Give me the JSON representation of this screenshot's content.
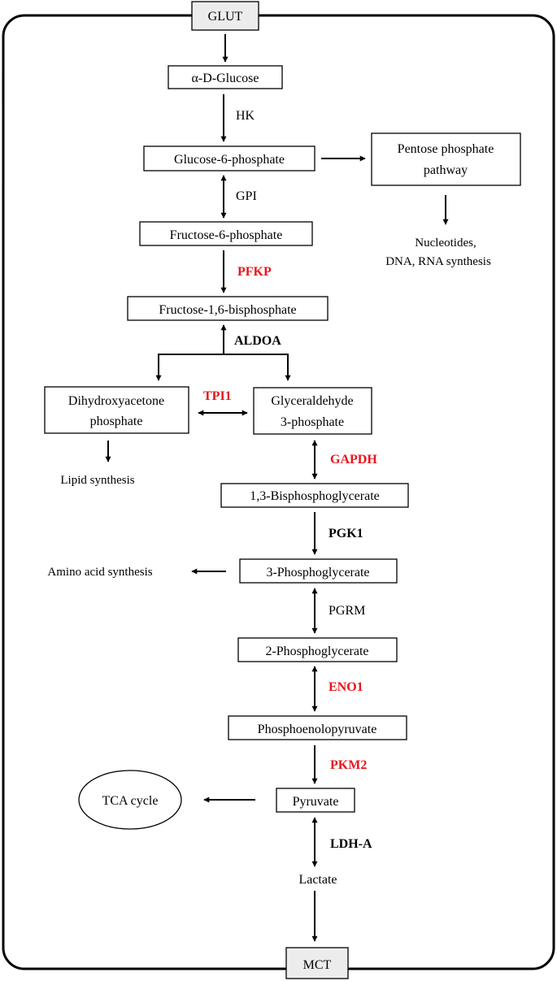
{
  "colors": {
    "highlight": "#e8151b",
    "line": "#000000",
    "transporter_fill": "#ececec"
  },
  "transporters": {
    "top": "GLUT",
    "bottom": "MCT"
  },
  "metabolites": {
    "glucose": "α-D-Glucose",
    "g6p": "Glucose-6-phosphate",
    "f6p": "Fructose-6-phosphate",
    "f16bp": "Fructose-1,6-bisphosphate",
    "dhap_line1": "Dihydroxyacetone",
    "dhap_line2": "phosphate",
    "g3p_line1": "Glyceraldehyde",
    "g3p_line2": "3-phosphate",
    "bpg13": "1,3-Bisphosphoglycerate",
    "pg3": "3-Phosphoglycerate",
    "pg2": "2-Phosphoglycerate",
    "pep": "Phosphoenolopyruvate",
    "pyruvate": "Pyruvate",
    "lactate": "Lactate"
  },
  "pathways": {
    "ppp_line1": "Pentose phosphate",
    "ppp_line2": "pathway",
    "tca": "TCA cycle"
  },
  "products": {
    "nucleotides_line1": "Nucleotides,",
    "nucleotides_line2": "DNA, RNA synthesis",
    "lipid": "Lipid synthesis",
    "amino": "Amino acid synthesis"
  },
  "enzymes": {
    "hk": "HK",
    "gpi": "GPI",
    "pfkp": "PFKP",
    "aldoa": "ALDOA",
    "tpi1": "TPI1",
    "gapdh": "GAPDH",
    "pgk1": "PGK1",
    "pgrm": "PGRM",
    "eno1": "ENO1",
    "pkm2": "PKM2",
    "ldha": "LDH-A"
  }
}
